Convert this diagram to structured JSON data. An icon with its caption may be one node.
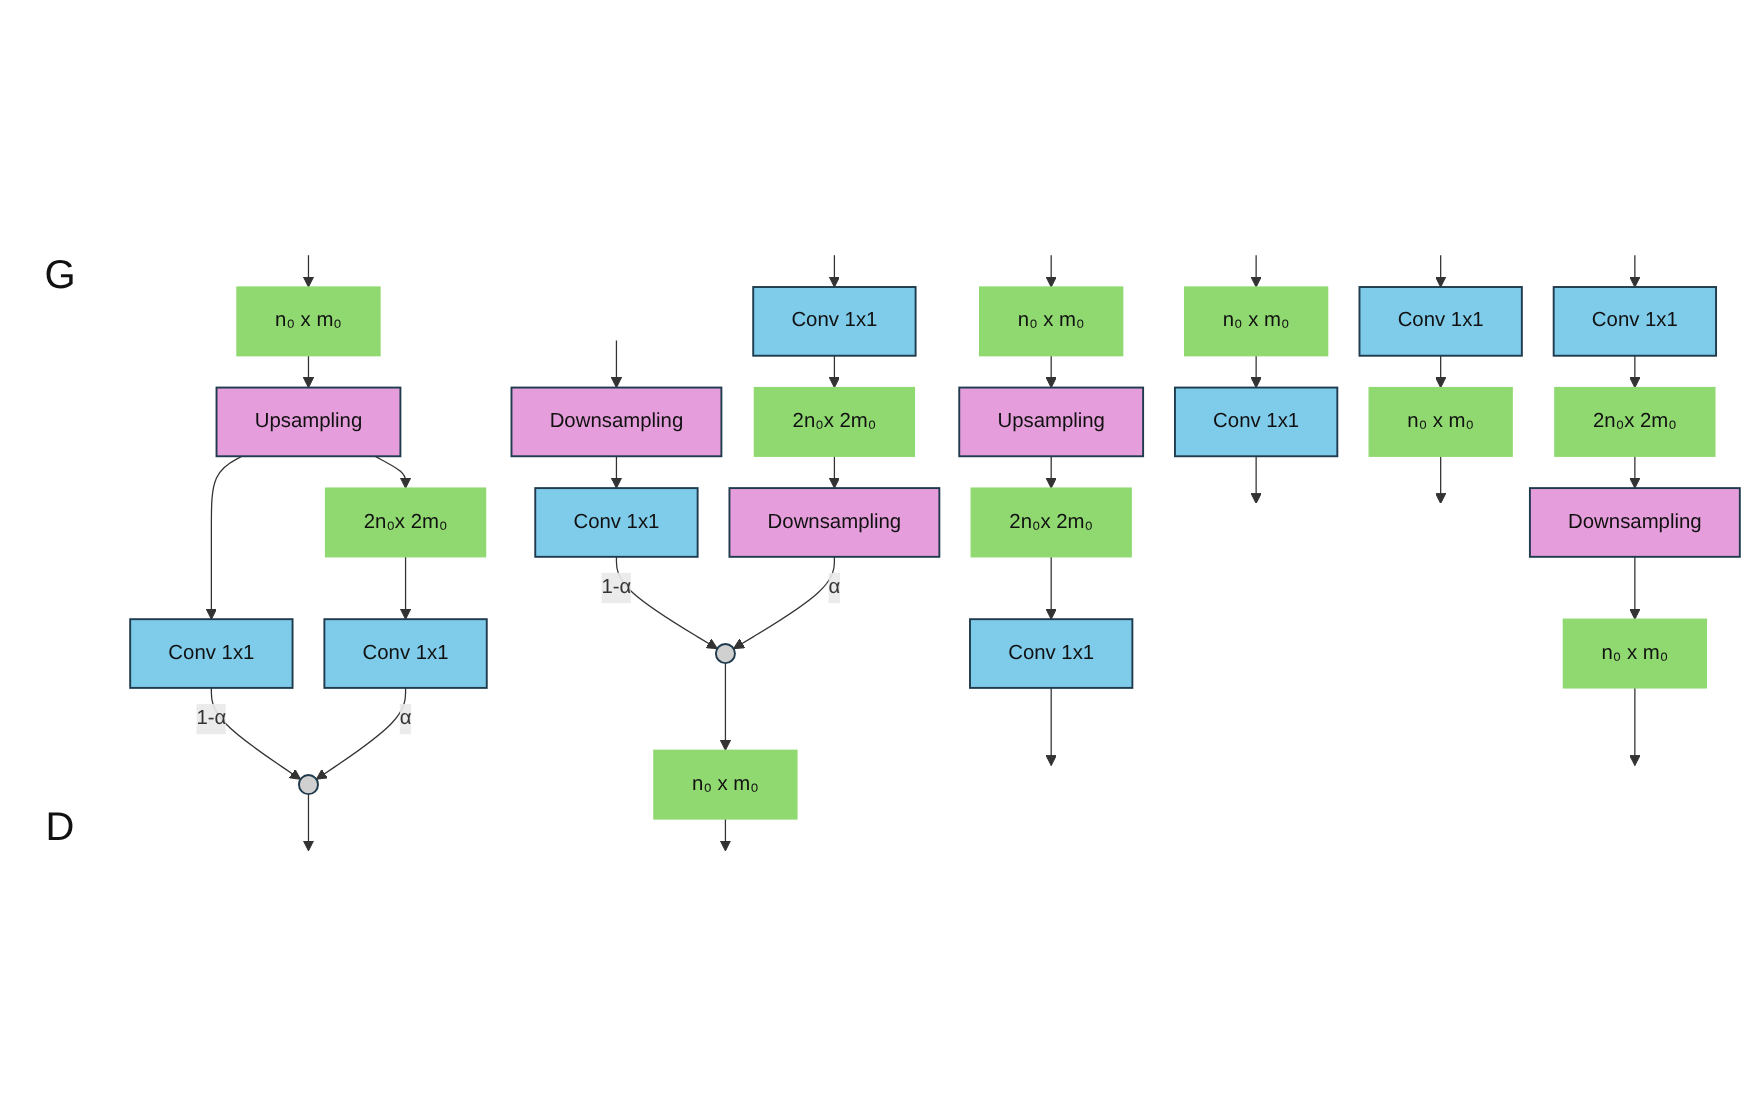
{
  "diagram": {
    "nodes": [
      {
        "text": [
          "n₀ x m₀"
        ]
      },
      {
        "text": [
          "n₀ x m₀"
        ]
      },
      {
        "text": [
          "n₀ x m₀"
        ]
      },
      {
        "text": [
          "Upsampling"
        ]
      },
      {
        "text": [
          "Upsampling"
        ]
      },
      {
        "text": [
          "2n₀x 2m₀"
        ]
      },
      {
        "text": [
          "2n₀x 2m₀"
        ]
      },
      {
        "text": [
          "Conv 1x1"
        ]
      },
      {
        "text": [
          "Conv 1x1"
        ]
      },
      {
        "text": [
          "Conv 1x1"
        ]
      },
      {
        "text": [
          "Conv 1x1"
        ]
      },
      {
        "text": [],
        "shape": "circle"
      },
      {
        "text": [
          "Conv 1x1"
        ]
      },
      {
        "text": [
          "Conv 1x1"
        ]
      },
      {
        "text": [
          "Conv 1x1"
        ]
      },
      {
        "text": [
          "Downsampling"
        ]
      },
      {
        "text": [
          "2n₀x 2m₀"
        ]
      },
      {
        "text": [
          "2n₀x 2m₀"
        ]
      },
      {
        "text": [
          "Conv 1x1"
        ]
      },
      {
        "text": [
          "Downsampling"
        ]
      },
      {
        "text": [
          "Downsampling"
        ]
      },
      {
        "text": [],
        "shape": "circle"
      },
      {
        "text": [
          "n₀ x m₀"
        ]
      },
      {
        "text": [
          "n₀ x m₀"
        ]
      },
      {
        "text": [
          "n₀ x m₀"
        ]
      }
    ],
    "edges": [
      {
        "from": null,
        "to": 0,
        "arrow": "to"
      },
      {
        "from": null,
        "to": 1,
        "arrow": "to"
      },
      {
        "from": null,
        "to": 2,
        "arrow": "to"
      },
      {
        "from": 0,
        "to": 7,
        "arrow": "to"
      },
      {
        "from": 1,
        "to": 3,
        "arrow": "to"
      },
      {
        "from": 2,
        "to": 4,
        "arrow": "to"
      },
      {
        "from": 3,
        "to": 5,
        "arrow": "to"
      },
      {
        "from": 3,
        "to": 8,
        "arrow": "to"
      },
      {
        "from": 4,
        "to": 6,
        "arrow": "to"
      },
      {
        "from": 5,
        "to": 9,
        "arrow": "to"
      },
      {
        "from": 6,
        "to": 10,
        "arrow": "to"
      },
      {
        "from": 8,
        "to": 11,
        "arrow": "to",
        "label": "1-α"
      },
      {
        "from": 9,
        "to": 11,
        "arrow": "to",
        "label": "α"
      },
      {
        "from": 7,
        "to": null,
        "arrow": "to"
      },
      {
        "from": 11,
        "to": null,
        "arrow": "to"
      },
      {
        "from": 10,
        "to": null,
        "arrow": "to"
      },
      {
        "from": null,
        "to": 12,
        "arrow": "to"
      },
      {
        "from": null,
        "to": 13,
        "arrow": "to"
      },
      {
        "from": null,
        "to": 15,
        "arrow": "to"
      },
      {
        "from": null,
        "to": 14,
        "arrow": "to"
      },
      {
        "from": 12,
        "to": 22,
        "arrow": "to"
      },
      {
        "from": 13,
        "to": 16,
        "arrow": "to"
      },
      {
        "from": 16,
        "to": 19,
        "arrow": "to"
      },
      {
        "from": 15,
        "to": 18,
        "arrow": "to"
      },
      {
        "from": 18,
        "to": 21,
        "arrow": "to",
        "label": "1-α"
      },
      {
        "from": 19,
        "to": 21,
        "arrow": "to",
        "label": "α"
      },
      {
        "from": 21,
        "to": 23,
        "arrow": "to"
      },
      {
        "from": 14,
        "to": 17,
        "arrow": "to"
      },
      {
        "from": 17,
        "to": 20,
        "arrow": "to"
      },
      {
        "from": 20,
        "to": 24,
        "arrow": "to"
      },
      {
        "from": 22,
        "to": null,
        "arrow": "to"
      },
      {
        "from": 23,
        "to": null,
        "arrow": "to"
      },
      {
        "from": 24,
        "to": null,
        "arrow": "to"
      }
    ],
    "labels": [
      "G",
      "D"
    ]
  }
}
